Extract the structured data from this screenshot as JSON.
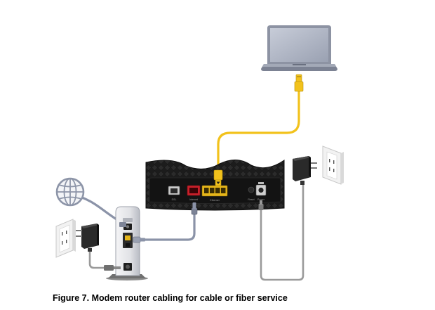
{
  "figure": {
    "caption": "Figure 7. Modem router cabling for cable or fiber service"
  },
  "device_labels": {
    "dsl_port": "DSL",
    "internet_port": "Internet",
    "ethernet_ports": "Ethernet",
    "reset_button": "Reset",
    "power_port": "Power"
  },
  "icons": {
    "laptop": "laptop-icon",
    "internet_globe": "globe-icon",
    "wall_outlet": "wall-outlet-icon",
    "power_adapter": "power-adapter-icon",
    "modem": "modem-icon",
    "router": "router-icon",
    "flat_arrow": "flat-arrow-icon"
  },
  "colors": {
    "ethernet_cable": "#f2c21c",
    "cable_modem_link": "#8b93a8",
    "power_cable": "#9a9a9a",
    "internet_port": "#c8202a",
    "router_body": "#1c1c1c",
    "laptop_body": "#a9afbd"
  }
}
